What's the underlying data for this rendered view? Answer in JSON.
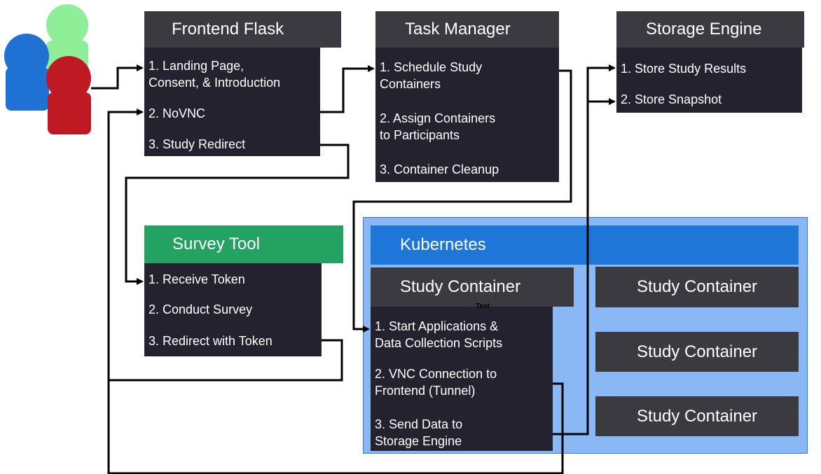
{
  "colors": {
    "header_dark": "#3a3a40",
    "body_dark": "#25222f",
    "survey_green": "#23a262",
    "kubernetes_blue": "#1f76d9",
    "kubernetes_bg": "#8ab8f5",
    "user_blue": "#1f72d4",
    "user_green": "#8fef98",
    "user_red": "#bf1a24",
    "arrow": "#000000"
  },
  "icons": {
    "users": "users-group-icon"
  },
  "frontend": {
    "title": "Frontend Flask",
    "items": [
      "1. Landing Page,\nConsent, & Introduction",
      "2. NoVNC",
      "3. Study Redirect"
    ]
  },
  "task_manager": {
    "title": "Task Manager",
    "items": [
      "1. Schedule Study\nContainers",
      "2. Assign Containers\nto Participants",
      "3. Container Cleanup"
    ]
  },
  "storage": {
    "title": "Storage Engine",
    "items": [
      "1. Store Study Results",
      "2. Store Snapshot"
    ]
  },
  "survey": {
    "title": "Survey Tool",
    "items": [
      "1. Receive Token",
      "2. Conduct Survey",
      "3. Redirect with Token"
    ]
  },
  "kubernetes": {
    "title": "Kubernetes",
    "main_container": {
      "title": "Study Container",
      "note": "Text",
      "items": [
        "1. Start Applications &\nData Collection Scripts",
        "2. VNC Connection to\nFrontend (Tunnel)",
        "3. Send Data to\nStorage Engine"
      ]
    },
    "other_containers": [
      "Study Container",
      "Study Container",
      "Study Container"
    ]
  }
}
